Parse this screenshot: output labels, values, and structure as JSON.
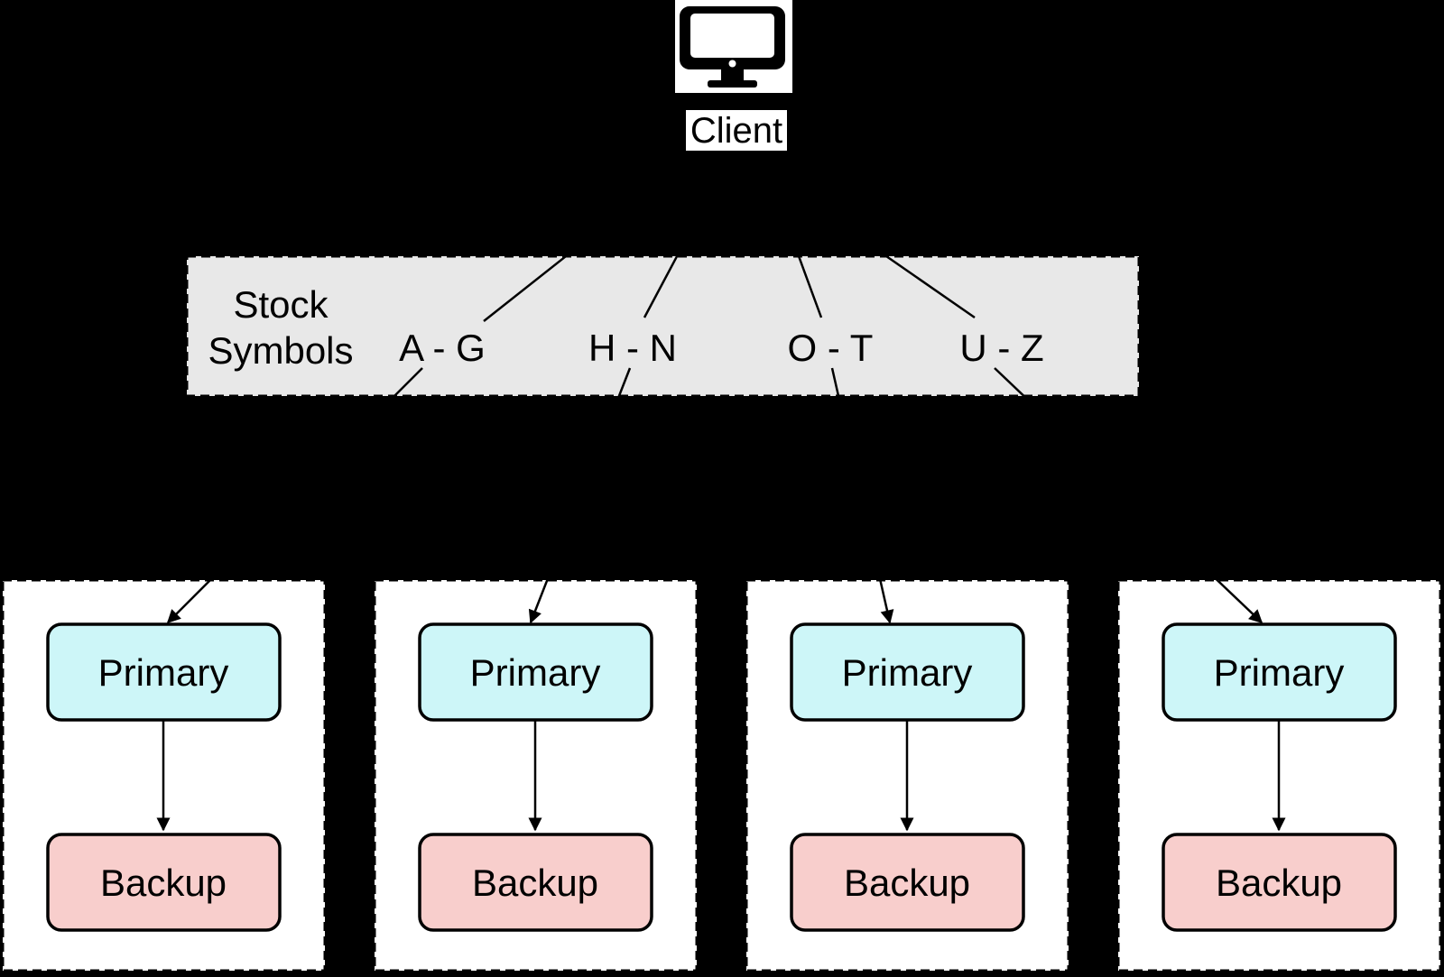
{
  "client": {
    "label": "Client",
    "icon": "monitor-icon"
  },
  "partition_box": {
    "title_lines": [
      "Stock",
      "Symbols"
    ],
    "ranges": [
      "A - G",
      "H - N",
      "O - T",
      "U - Z"
    ]
  },
  "shards": [
    {
      "primary_label": "Primary",
      "backup_label": "Backup"
    },
    {
      "primary_label": "Primary",
      "backup_label": "Backup"
    },
    {
      "primary_label": "Primary",
      "backup_label": "Backup"
    },
    {
      "primary_label": "Primary",
      "backup_label": "Backup"
    }
  ],
  "colors": {
    "background": "#000000",
    "partition_fill": "#e8e8e8",
    "shard_fill": "#ffffff",
    "primary_fill": "#cdf6f8",
    "backup_fill": "#f8cecc",
    "line": "#000000",
    "text": "#000000",
    "client_tile_fill": "#ffffff"
  }
}
